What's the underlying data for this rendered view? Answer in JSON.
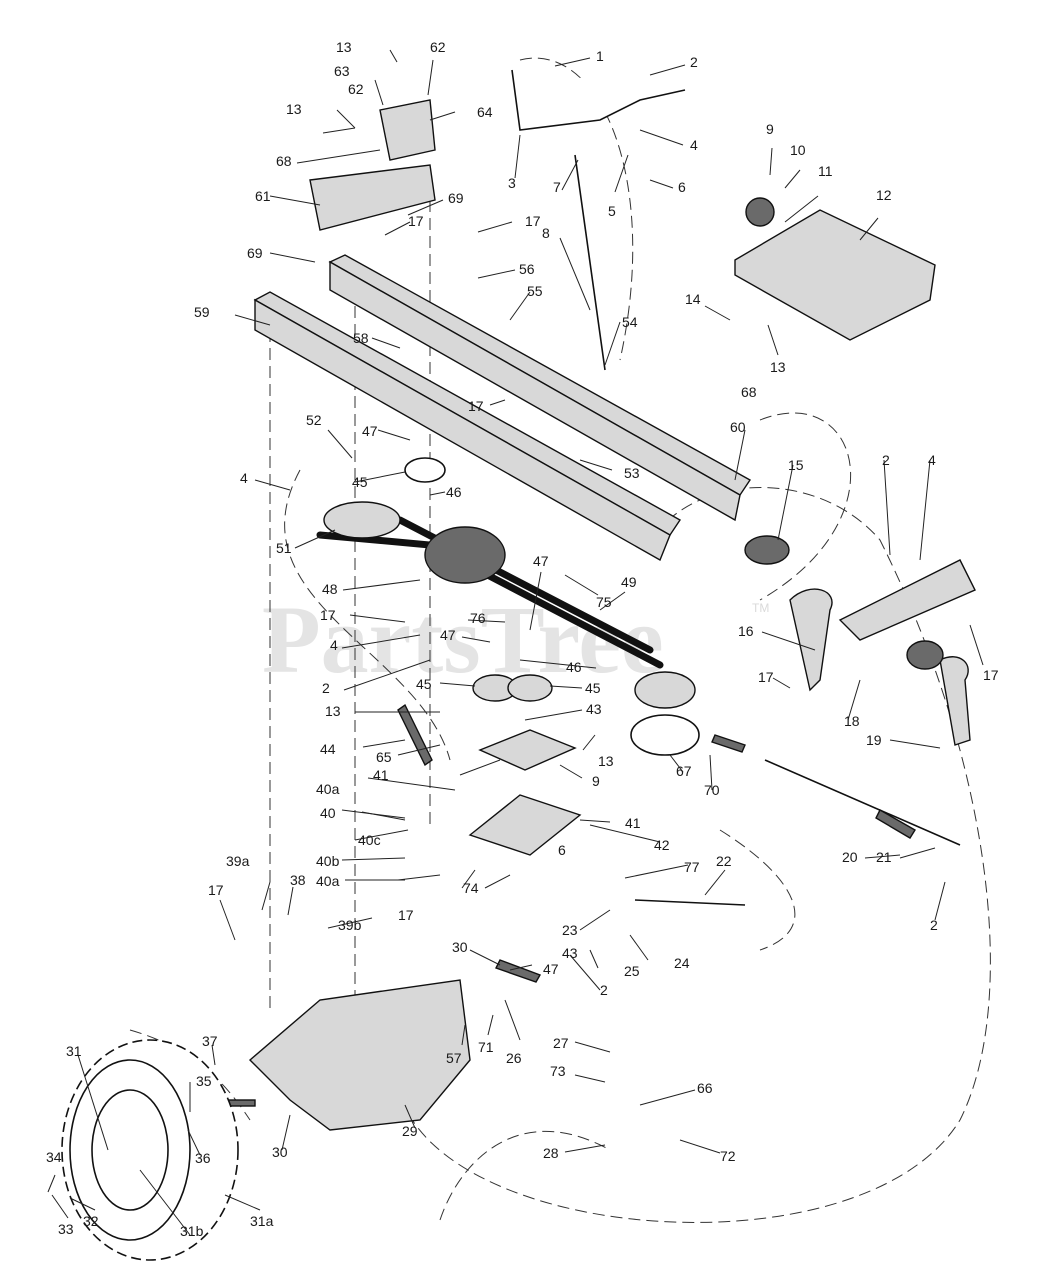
{
  "watermark": {
    "brand": "PartsTree",
    "trademark": "TM"
  },
  "callouts": [
    "1",
    "2",
    "3",
    "4",
    "5",
    "6",
    "7",
    "8",
    "9",
    "10",
    "11",
    "12",
    "13",
    "14",
    "15",
    "16",
    "17",
    "18",
    "19",
    "20",
    "21",
    "22",
    "23",
    "24",
    "25",
    "26",
    "27",
    "28",
    "29",
    "30",
    "31",
    "31a",
    "31b",
    "32",
    "33",
    "34",
    "35",
    "36",
    "37",
    "38",
    "39a",
    "39b",
    "40",
    "40a",
    "40b",
    "40c",
    "41",
    "42",
    "43",
    "44",
    "45",
    "46",
    "47",
    "48",
    "49",
    "51",
    "52",
    "53",
    "54",
    "55",
    "56",
    "57",
    "58",
    "59",
    "60",
    "61",
    "62",
    "63",
    "64",
    "65",
    "66",
    "67",
    "68",
    "69",
    "70",
    "71",
    "72",
    "73",
    "74",
    "75",
    "76",
    "77"
  ]
}
